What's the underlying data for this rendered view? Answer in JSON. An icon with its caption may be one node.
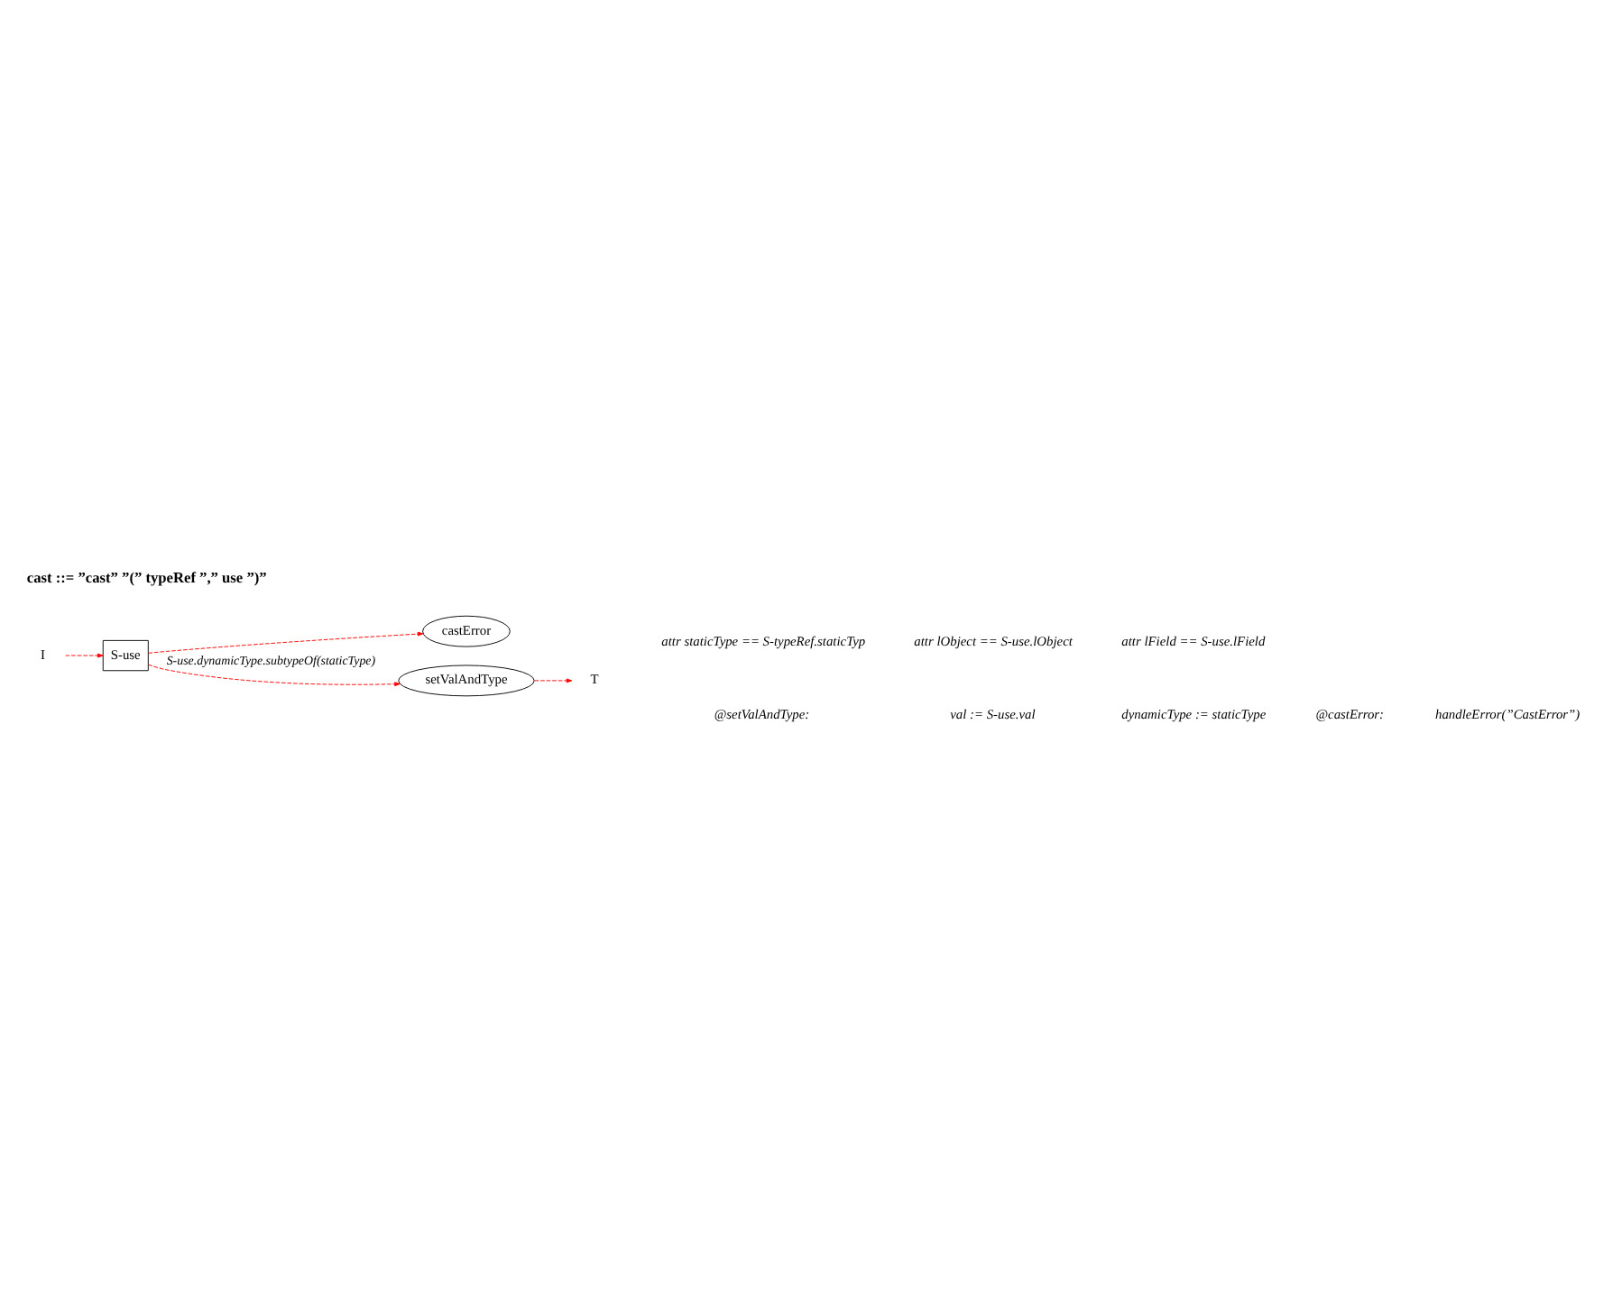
{
  "diagram": {
    "title": "cast ::= ”cast” ”(” typeRef ”,” use ”)”",
    "nodes": [
      {
        "text": [
          "I"
        ]
      },
      {
        "text": [
          "S-use"
        ]
      },
      {
        "text": [
          "castError"
        ]
      },
      {
        "text": [
          "setValAndType"
        ]
      },
      {
        "text": [
          "T"
        ]
      }
    ],
    "edges": [
      {
        "from": 0,
        "to": 1,
        "arrow": "to",
        "style": "dashed"
      },
      {
        "from": 1,
        "to": 2,
        "arrow": "to",
        "style": "dashed"
      },
      {
        "from": 1,
        "to": 3,
        "arrow": "to",
        "style": "dashed",
        "label": "S-use.dynamicType.subtypeOf(staticType)"
      },
      {
        "from": 3,
        "to": 4,
        "arrow": "to",
        "style": "dashed"
      }
    ],
    "labels": [
      "attr staticType == S-typeRef.staticTyp",
      "attr lObject == S-use.lObject",
      "attr lField == S-use.lField",
      "@setValAndType:",
      "val := S-use.val",
      "dynamicType := staticType",
      "@castError:",
      "handleError(”CastError”)"
    ]
  }
}
